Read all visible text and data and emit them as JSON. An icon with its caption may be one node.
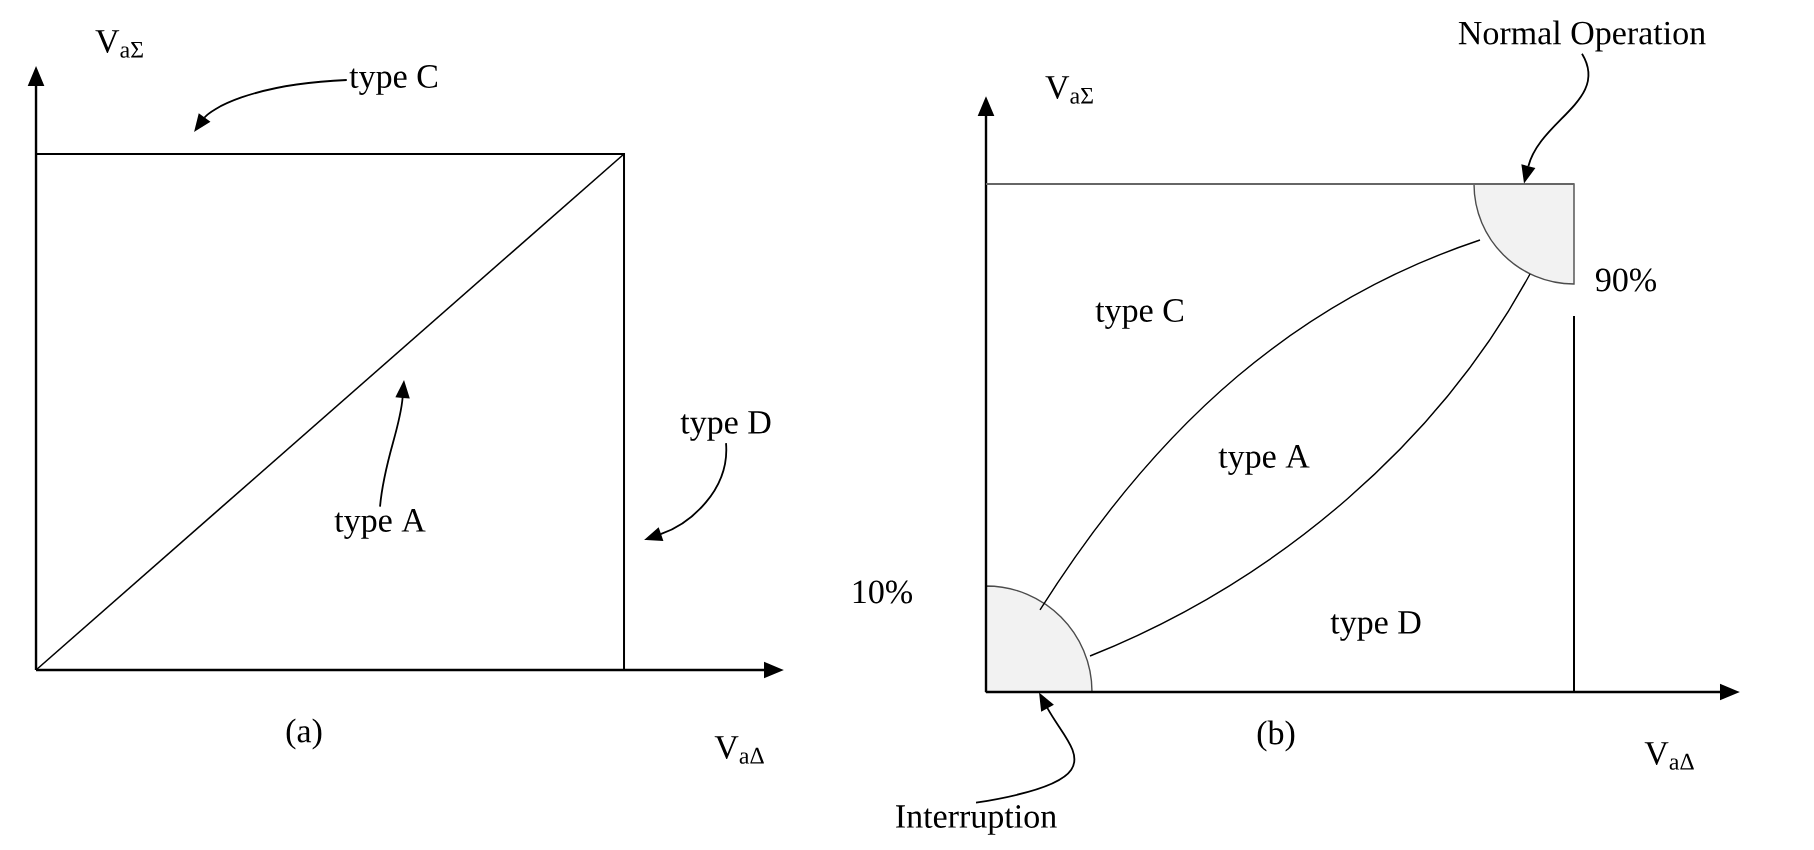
{
  "diagram": {
    "nodes": [
      {
        "text": [
          "type C"
        ]
      },
      {
        "text": [
          "type A"
        ]
      },
      {
        "text": [
          "type D"
        ]
      },
      {
        "text": [
          "Normal Operation"
        ]
      },
      {
        "text": [
          "Interruption"
        ]
      },
      {
        "text": [],
        "shape": "sector"
      },
      {
        "text": [],
        "shape": "sector"
      }
    ],
    "edges": [
      {
        "from": 0,
        "to": null,
        "arrow": "to"
      },
      {
        "from": 1,
        "to": null,
        "arrow": "to"
      },
      {
        "from": 2,
        "to": null,
        "arrow": "to"
      },
      {
        "from": 3,
        "to": 5,
        "arrow": "to"
      },
      {
        "from": 4,
        "to": 6,
        "arrow": "to"
      }
    ],
    "labels": [
      "V$_{aΣ}$",
      "V$_{aΔ}$",
      "(a)",
      "V$_{aΣ}$",
      "90%",
      "type C",
      "type A",
      "10%",
      "type D",
      "(b)",
      "V$_{aΔ}$"
    ]
  }
}
